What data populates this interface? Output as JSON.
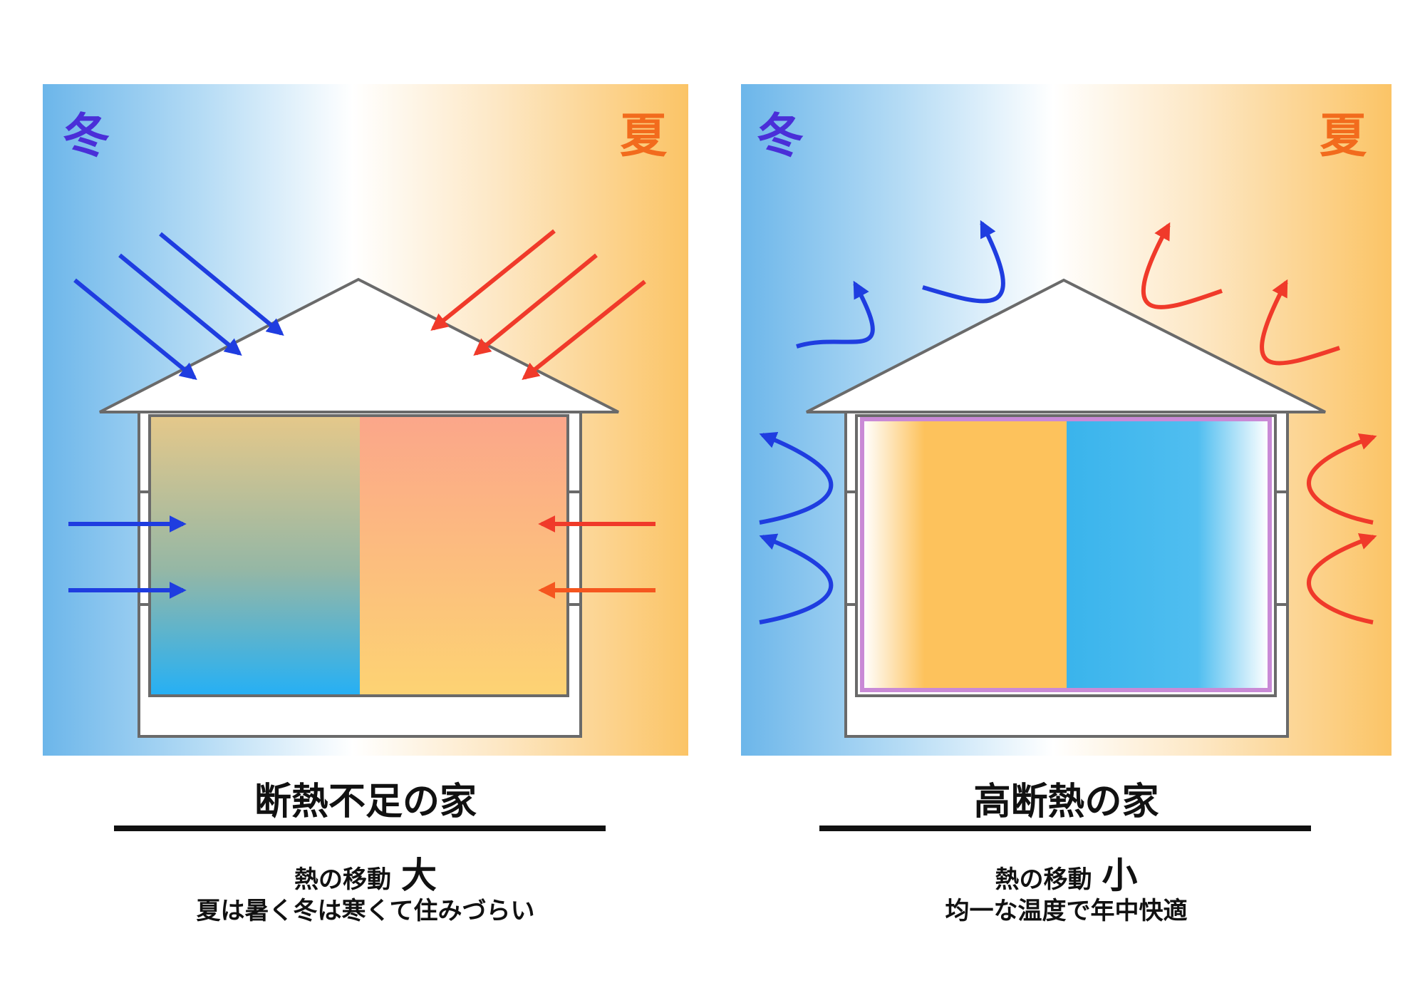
{
  "colors": {
    "winter_label": "#4a2fd8",
    "summer_label": "#f26b1d",
    "cold_arrow": "#1f3de0",
    "hot_arrow": "#f03a2a",
    "insulation_border": "#c98ad6"
  },
  "left": {
    "winter_label": "冬",
    "summer_label": "夏",
    "title": "断熱不足の家",
    "heat_label": "熱の移動",
    "heat_level": "大",
    "description": "夏は暑く冬は寒くて住みづらい"
  },
  "right": {
    "winter_label": "冬",
    "summer_label": "夏",
    "title": "高断熱の家",
    "heat_label": "熱の移動",
    "heat_level": "小",
    "description": "均一な温度で年中快適"
  }
}
